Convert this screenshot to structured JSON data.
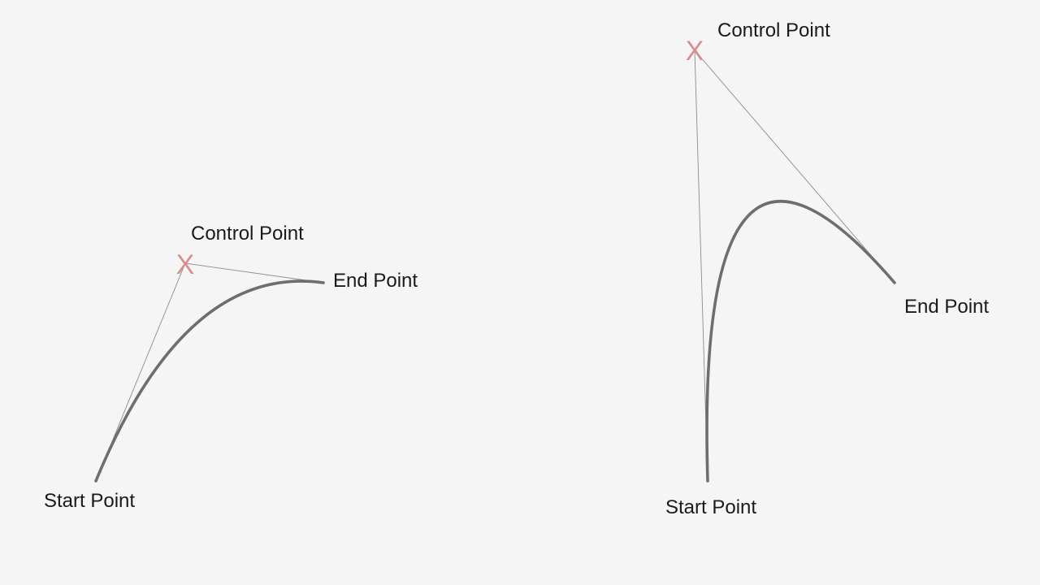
{
  "diagrams": [
    {
      "start_label": "Start Point",
      "control_label": "Control Point",
      "end_label": "End Point",
      "control_marker": "X"
    },
    {
      "start_label": "Start Point",
      "control_label": "Control Point",
      "end_label": "End Point",
      "control_marker": "X"
    }
  ],
  "colors": {
    "background": "#f5f5f5",
    "curve": "#6e6e6e",
    "guide": "#8c8c8c",
    "control_marker": "#d58f8f",
    "text": "#1a1a1a"
  }
}
